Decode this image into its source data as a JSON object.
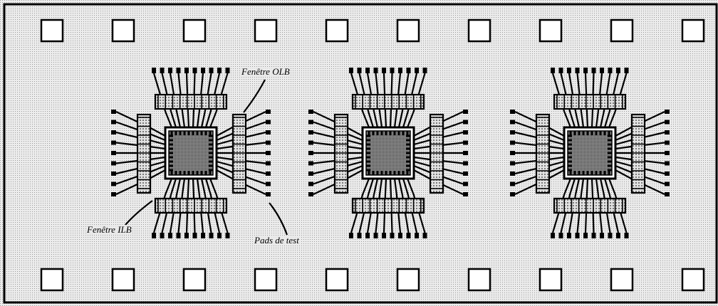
{
  "labels": {
    "olb_window": "Fenêtre OLB",
    "ilb_window": "Fenêtre ILB",
    "test_pads": "Pads de test"
  },
  "sprocket_holes_per_row": 10,
  "tab_sites": 3,
  "colors": {
    "tape_background": "#e9e9e9",
    "ink": "#000000",
    "window_fill": "#d0d0d0",
    "die_fill": "#6e6e6e"
  }
}
